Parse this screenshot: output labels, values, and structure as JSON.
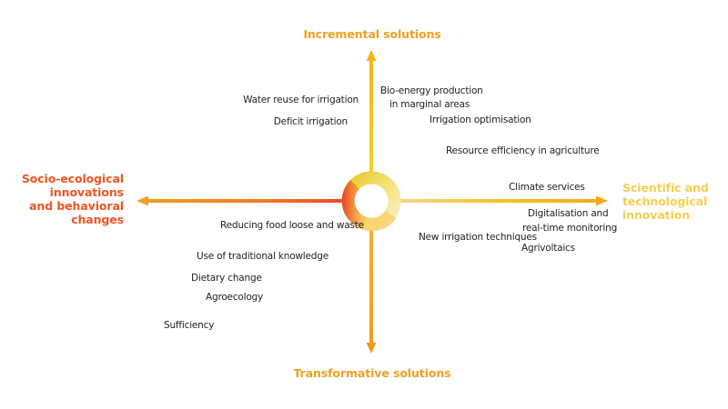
{
  "colors": {
    "orange": "#f0a020",
    "yellow": "#f7c81e",
    "red_orange": "#ee5522",
    "light_yellow": "#f5cf52",
    "text": "#1f1f1f"
  },
  "axes": {
    "top": "Incremental solutions",
    "bottom": "Transformative solutions",
    "left": [
      "Socio-ecological",
      "innovations",
      "and behavioral",
      "changes"
    ],
    "right": [
      "Scientific and",
      "technological",
      "innovation"
    ]
  },
  "solutions": [
    "Water reuse for irrigation",
    "Deficit irrigation",
    "Bio-energy production",
    "in marginal areas",
    "Irrigation optimisation",
    "Resource efficiency in agriculture",
    "Climate services",
    "Digitalisation and",
    "real-time monitoring",
    "Agrivoltaics",
    "New irrigation techniques",
    "Reducing food loose and waste",
    "Use of traditional knowledge",
    "Dietary change",
    "Agroecology",
    "Sufficiency"
  ]
}
